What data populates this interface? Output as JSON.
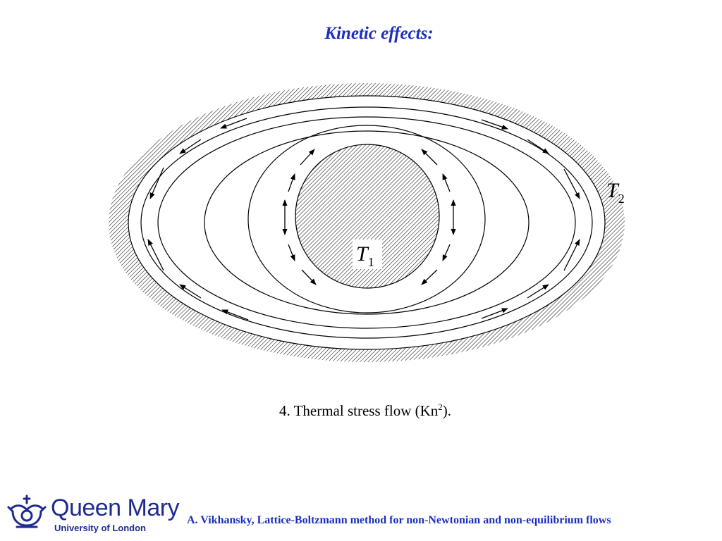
{
  "slide": {
    "title": "Kinetic effects:",
    "caption_main": "4. Thermal stress flow (Kn",
    "caption_sup": "2",
    "caption_end": ")."
  },
  "diagram": {
    "outer_wall_label": "T",
    "outer_wall_subscript": "2",
    "inner_cylinder_label": "T",
    "inner_cylinder_subscript": "1"
  },
  "footer": {
    "text": "A. Vikhansky, Lattice-Boltzmann method for non-Newtonian and non-equilibrium flows"
  },
  "logo": {
    "name": "Queen Mary",
    "subtitle": "University of London"
  },
  "colors": {
    "title": "#1a2fc0",
    "logo": "#1e2a93",
    "ink": "#000000"
  }
}
